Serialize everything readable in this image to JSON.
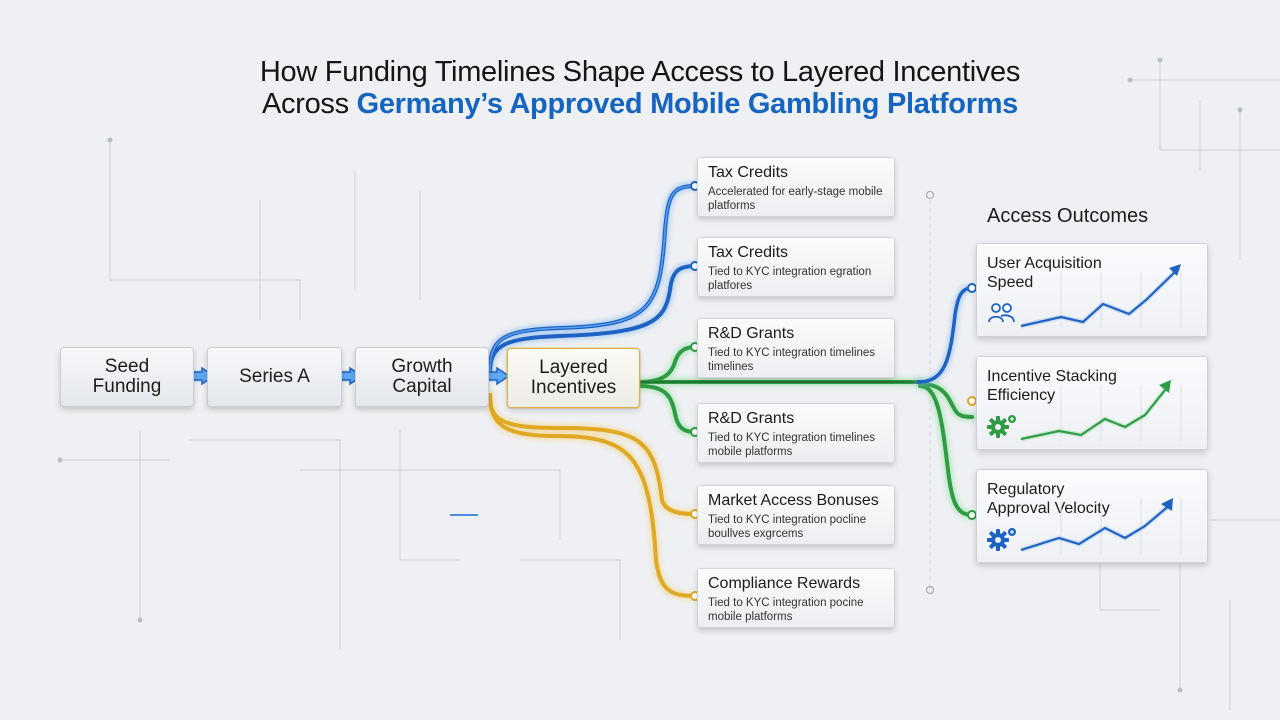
{
  "title": {
    "line1": "How Funding Timelines Shape Access to Layered Incentives",
    "line2_prefix": "Across ",
    "line2_accent": "Germany’s Approved Mobile Gambling Platforms"
  },
  "stages": [
    {
      "label": "Seed\nFunding"
    },
    {
      "label": "Series A"
    },
    {
      "label": "Growth\nCapital"
    },
    {
      "label": "Layered\nIncentives"
    }
  ],
  "incentives": [
    {
      "title": "Tax Credits",
      "desc": "Accelerated for early-stage mobile platforms"
    },
    {
      "title": "Tax Credits",
      "desc": "Tied to KYC integration egration platfores"
    },
    {
      "title": "R&D Grants",
      "desc": "Tied to KYC integration timelines timelines"
    },
    {
      "title": "R&D Grants",
      "desc": "Tied to KYC integration timelines mobile platforms"
    },
    {
      "title": "Market Access Bonuses",
      "desc": "Tied to KYC integration pocline boullves exgrcems"
    },
    {
      "title": "Compliance Rewards",
      "desc": "Tied to KYC integration pocine mobile platforms"
    }
  ],
  "outcomes_heading": "Access Outcomes",
  "outcomes": [
    {
      "title": "User Acquisition Speed",
      "icon": "users-icon",
      "color": "#1e63c4"
    },
    {
      "title": "Incentive Stacking Efficiency",
      "icon": "gear-icon",
      "color": "#2e9c44"
    },
    {
      "title": "Regulatory Approval Velocity",
      "icon": "gear-icon",
      "color": "#1e63c4"
    }
  ],
  "colors": {
    "blue": "#1e6fd9",
    "green": "#34b04a",
    "gold": "#e0a823",
    "title_accent": "#1565c0"
  }
}
